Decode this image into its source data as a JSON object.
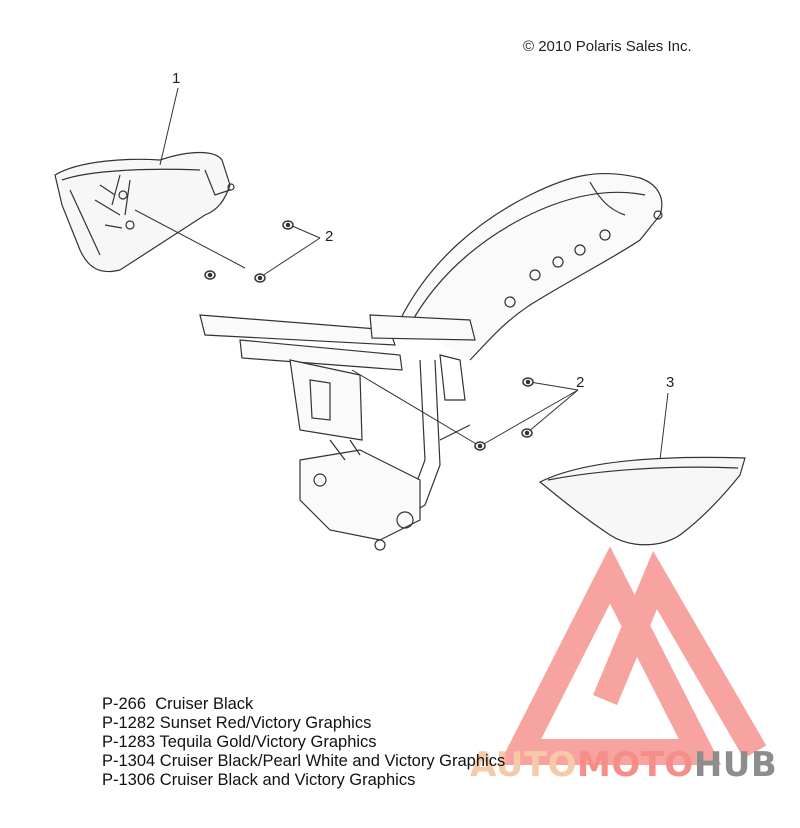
{
  "copyright": "© 2010 Polaris Sales Inc.",
  "callouts": [
    {
      "id": "1",
      "label": "1"
    },
    {
      "id": "2a",
      "label": "2"
    },
    {
      "id": "2b",
      "label": "2"
    },
    {
      "id": "3",
      "label": "3"
    }
  ],
  "legend": [
    "P-266  Cruiser Black",
    "P-1282 Sunset Red/Victory Graphics",
    "P-1283 Tequila Gold/Victory Graphics",
    "P-1304 Cruiser Black/Pearl White and Victory Graphics",
    "P-1306 Cruiser Black and Victory Graphics"
  ],
  "watermark": {
    "part1": "AUTO",
    "part2": "MOTO",
    "part3": "HUB"
  },
  "colors": {
    "line": "#333333",
    "watermark_red": "#f58d89",
    "watermark_gray": "#8d8d8d"
  }
}
